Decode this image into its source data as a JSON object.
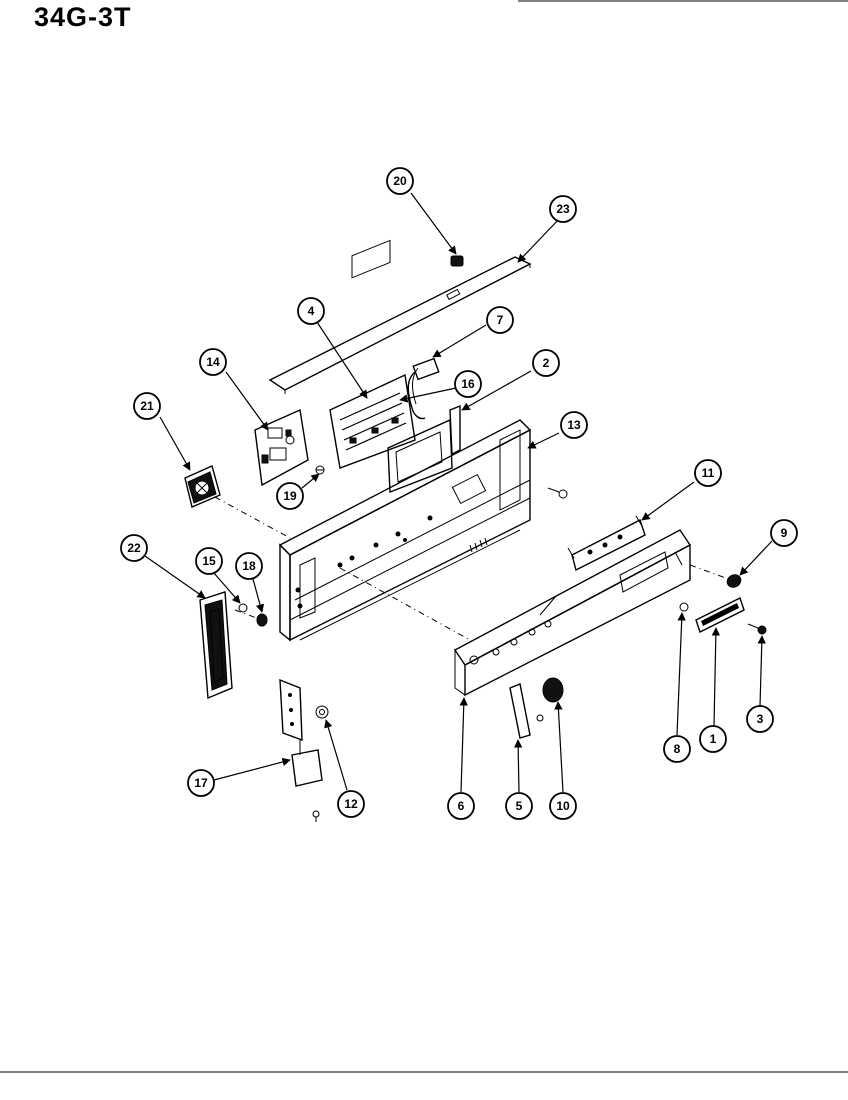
{
  "title": "34G-3T",
  "callouts": {
    "c1": "1",
    "c2": "2",
    "c3": "3",
    "c4": "4",
    "c5": "5",
    "c6": "6",
    "c7": "7",
    "c8": "8",
    "c9": "9",
    "c10": "10",
    "c11": "11",
    "c12": "12",
    "c13": "13",
    "c14": "14",
    "c15": "15",
    "c16": "16",
    "c17": "17",
    "c18": "18",
    "c19": "19",
    "c20": "20",
    "c21": "21",
    "c22": "22",
    "c23": "23"
  }
}
